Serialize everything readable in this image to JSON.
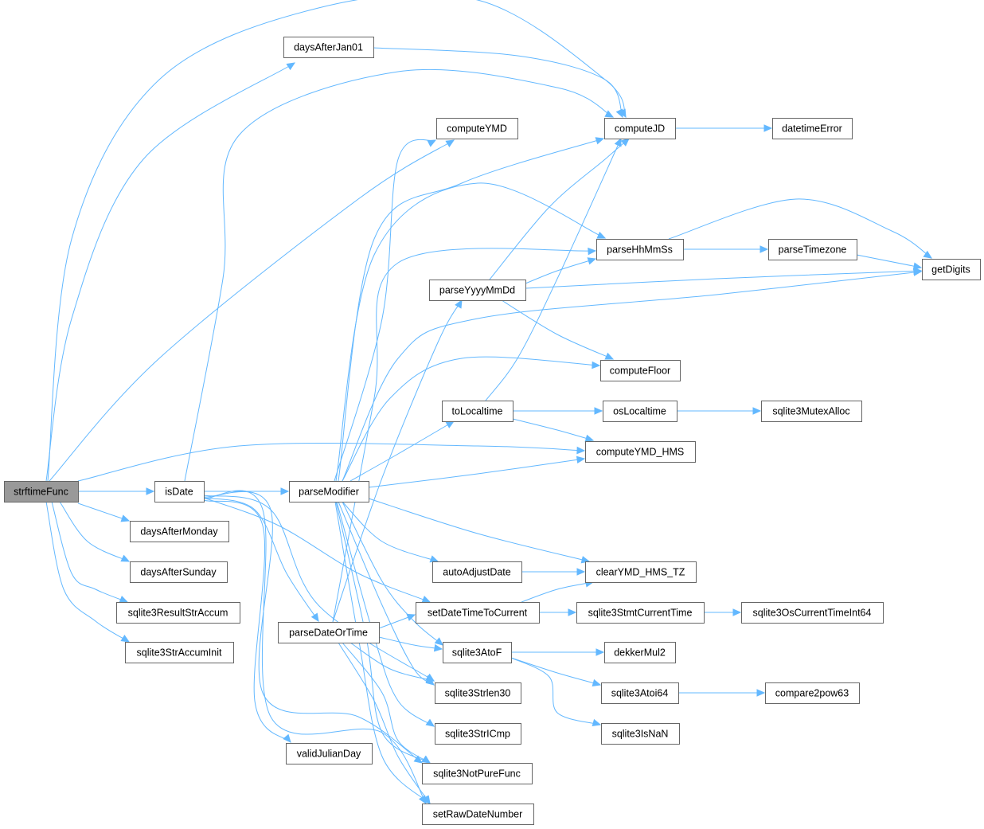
{
  "diagram": {
    "type": "call-graph",
    "colors": {
      "edge": "#63b8ff",
      "node_border": "#666666",
      "node_fill": "#ffffff",
      "root_fill": "#999999",
      "background": "#ffffff"
    },
    "nodes": [
      {
        "id": "strftimeFunc",
        "label": "strftimeFunc",
        "root": true
      },
      {
        "id": "daysAfterJan01",
        "label": "daysAfterJan01"
      },
      {
        "id": "computeYMD",
        "label": "computeYMD"
      },
      {
        "id": "computeJD",
        "label": "computeJD"
      },
      {
        "id": "datetimeError",
        "label": "datetimeError"
      },
      {
        "id": "parseHhMmSs",
        "label": "parseHhMmSs"
      },
      {
        "id": "parseTimezone",
        "label": "parseTimezone"
      },
      {
        "id": "getDigits",
        "label": "getDigits"
      },
      {
        "id": "parseYyyyMmDd",
        "label": "parseYyyyMmDd"
      },
      {
        "id": "computeFloor",
        "label": "computeFloor"
      },
      {
        "id": "toLocaltime",
        "label": "toLocaltime"
      },
      {
        "id": "osLocaltime",
        "label": "osLocaltime"
      },
      {
        "id": "sqlite3MutexAlloc",
        "label": "sqlite3MutexAlloc"
      },
      {
        "id": "computeYMD_HMS",
        "label": "computeYMD_HMS"
      },
      {
        "id": "isDate",
        "label": "isDate"
      },
      {
        "id": "parseModifier",
        "label": "parseModifier"
      },
      {
        "id": "daysAfterMonday",
        "label": "daysAfterMonday"
      },
      {
        "id": "daysAfterSunday",
        "label": "daysAfterSunday"
      },
      {
        "id": "autoAdjustDate",
        "label": "autoAdjustDate"
      },
      {
        "id": "clearYMD_HMS_TZ",
        "label": "clearYMD_HMS_TZ"
      },
      {
        "id": "sqlite3ResultStrAccum",
        "label": "sqlite3ResultStrAccum"
      },
      {
        "id": "setDateTimeToCurrent",
        "label": "setDateTimeToCurrent"
      },
      {
        "id": "sqlite3StmtCurrentTime",
        "label": "sqlite3StmtCurrentTime"
      },
      {
        "id": "sqlite3OsCurrentTimeInt64",
        "label": "sqlite3OsCurrentTimeInt64"
      },
      {
        "id": "parseDateOrTime",
        "label": "parseDateOrTime"
      },
      {
        "id": "sqlite3AtoF",
        "label": "sqlite3AtoF"
      },
      {
        "id": "dekkerMul2",
        "label": "dekkerMul2"
      },
      {
        "id": "sqlite3StrAccumInit",
        "label": "sqlite3StrAccumInit"
      },
      {
        "id": "sqlite3Strlen30",
        "label": "sqlite3Strlen30"
      },
      {
        "id": "sqlite3Atoi64",
        "label": "sqlite3Atoi64"
      },
      {
        "id": "compare2pow63",
        "label": "compare2pow63"
      },
      {
        "id": "sqlite3StrICmp",
        "label": "sqlite3StrICmp"
      },
      {
        "id": "sqlite3IsNaN",
        "label": "sqlite3IsNaN"
      },
      {
        "id": "validJulianDay",
        "label": "validJulianDay"
      },
      {
        "id": "sqlite3NotPureFunc",
        "label": "sqlite3NotPureFunc"
      },
      {
        "id": "setRawDateNumber",
        "label": "setRawDateNumber"
      }
    ],
    "edges": [
      {
        "from": "strftimeFunc",
        "to": "computeJD"
      },
      {
        "from": "strftimeFunc",
        "to": "daysAfterJan01"
      },
      {
        "from": "strftimeFunc",
        "to": "computeYMD"
      },
      {
        "from": "strftimeFunc",
        "to": "computeYMD_HMS"
      },
      {
        "from": "strftimeFunc",
        "to": "isDate"
      },
      {
        "from": "strftimeFunc",
        "to": "daysAfterMonday"
      },
      {
        "from": "strftimeFunc",
        "to": "daysAfterSunday"
      },
      {
        "from": "strftimeFunc",
        "to": "sqlite3ResultStrAccum"
      },
      {
        "from": "strftimeFunc",
        "to": "sqlite3StrAccumInit"
      },
      {
        "from": "daysAfterJan01",
        "to": "computeJD"
      },
      {
        "from": "computeJD",
        "to": "datetimeError"
      },
      {
        "from": "parseHhMmSs",
        "to": "getDigits"
      },
      {
        "from": "parseHhMmSs",
        "to": "parseTimezone"
      },
      {
        "from": "parseTimezone",
        "to": "getDigits"
      },
      {
        "from": "parseYyyyMmDd",
        "to": "computeJD"
      },
      {
        "from": "parseYyyyMmDd",
        "to": "parseHhMmSs"
      },
      {
        "from": "parseYyyyMmDd",
        "to": "getDigits"
      },
      {
        "from": "parseYyyyMmDd",
        "to": "computeFloor"
      },
      {
        "from": "toLocaltime",
        "to": "computeJD"
      },
      {
        "from": "toLocaltime",
        "to": "osLocaltime"
      },
      {
        "from": "toLocaltime",
        "to": "computeYMD_HMS"
      },
      {
        "from": "osLocaltime",
        "to": "sqlite3MutexAlloc"
      },
      {
        "from": "isDate",
        "to": "computeJD"
      },
      {
        "from": "isDate",
        "to": "parseModifier"
      },
      {
        "from": "isDate",
        "to": "setDateTimeToCurrent"
      },
      {
        "from": "isDate",
        "to": "parseDateOrTime"
      },
      {
        "from": "isDate",
        "to": "sqlite3Strlen30"
      },
      {
        "from": "isDate",
        "to": "validJulianDay"
      },
      {
        "from": "isDate",
        "to": "sqlite3NotPureFunc"
      },
      {
        "from": "isDate",
        "to": "setRawDateNumber"
      },
      {
        "from": "parseModifier",
        "to": "computeYMD"
      },
      {
        "from": "parseModifier",
        "to": "computeJD"
      },
      {
        "from": "parseModifier",
        "to": "parseHhMmSs"
      },
      {
        "from": "parseModifier",
        "to": "getDigits"
      },
      {
        "from": "parseModifier",
        "to": "computeFloor"
      },
      {
        "from": "parseModifier",
        "to": "toLocaltime"
      },
      {
        "from": "parseModifier",
        "to": "computeYMD_HMS"
      },
      {
        "from": "parseModifier",
        "to": "autoAdjustDate"
      },
      {
        "from": "parseModifier",
        "to": "clearYMD_HMS_TZ"
      },
      {
        "from": "parseModifier",
        "to": "sqlite3AtoF"
      },
      {
        "from": "parseModifier",
        "to": "sqlite3Strlen30"
      },
      {
        "from": "parseModifier",
        "to": "sqlite3StrICmp"
      },
      {
        "from": "parseModifier",
        "to": "sqlite3NotPureFunc"
      },
      {
        "from": "parseModifier",
        "to": "setRawDateNumber"
      },
      {
        "from": "autoAdjustDate",
        "to": "clearYMD_HMS_TZ"
      },
      {
        "from": "setDateTimeToCurrent",
        "to": "clearYMD_HMS_TZ"
      },
      {
        "from": "setDateTimeToCurrent",
        "to": "sqlite3StmtCurrentTime"
      },
      {
        "from": "sqlite3StmtCurrentTime",
        "to": "sqlite3OsCurrentTimeInt64"
      },
      {
        "from": "parseDateOrTime",
        "to": "parseHhMmSs"
      },
      {
        "from": "parseDateOrTime",
        "to": "parseYyyyMmDd"
      },
      {
        "from": "parseDateOrTime",
        "to": "setDateTimeToCurrent"
      },
      {
        "from": "parseDateOrTime",
        "to": "sqlite3AtoF"
      },
      {
        "from": "parseDateOrTime",
        "to": "sqlite3Strlen30"
      },
      {
        "from": "parseDateOrTime",
        "to": "sqlite3NotPureFunc"
      },
      {
        "from": "parseDateOrTime",
        "to": "setRawDateNumber"
      },
      {
        "from": "sqlite3AtoF",
        "to": "dekkerMul2"
      },
      {
        "from": "sqlite3AtoF",
        "to": "sqlite3Atoi64"
      },
      {
        "from": "sqlite3AtoF",
        "to": "sqlite3IsNaN"
      },
      {
        "from": "sqlite3Atoi64",
        "to": "compare2pow63"
      }
    ]
  }
}
